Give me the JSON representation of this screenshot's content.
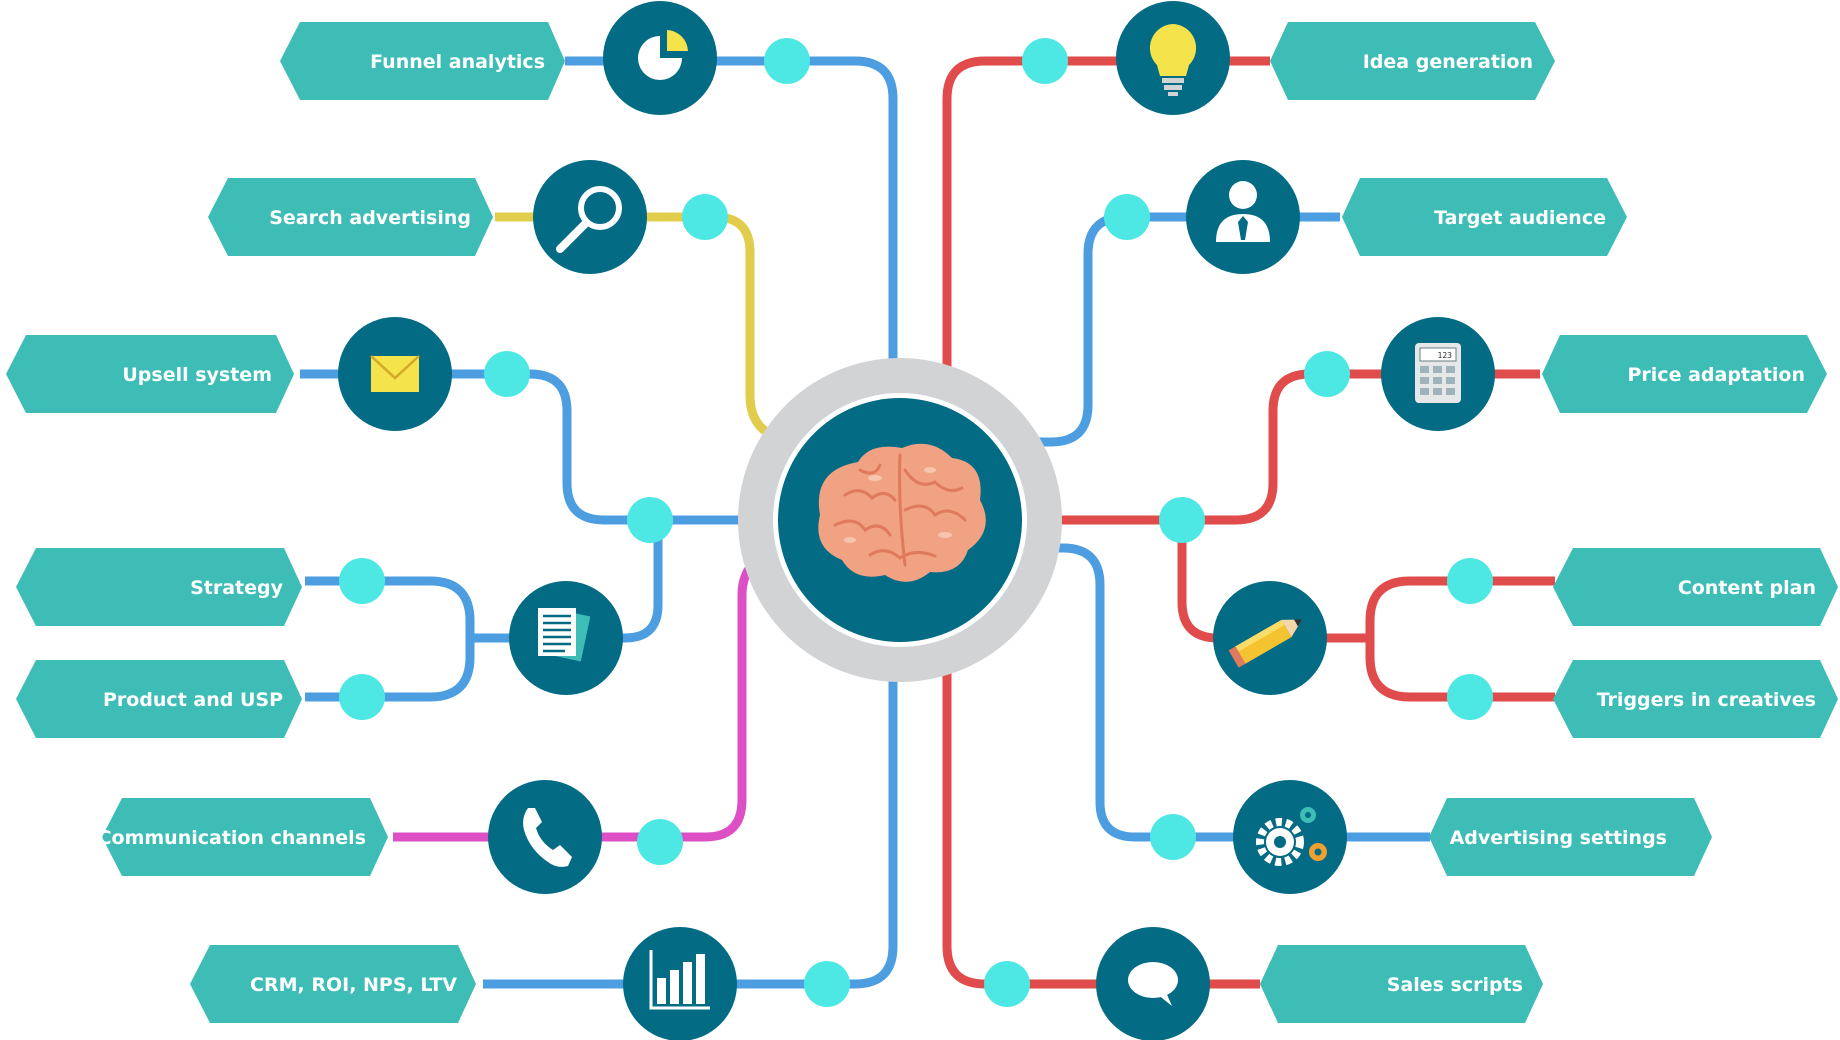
{
  "colors": {
    "label_fill": "#3dbdb6",
    "node_fill": "#046b85",
    "connector_dot": "#4de8e4",
    "hub_ring": "#d2d3d5",
    "line_blue": "#4c9ee0",
    "line_red": "#e04b4b",
    "line_yellow": "#e2cc4c",
    "line_magenta": "#dd4fc4"
  },
  "center": {
    "icon": "brain-icon"
  },
  "left_items": [
    {
      "label": "Funnel analytics",
      "icon": "pie-chart-icon"
    },
    {
      "label": "Search advertising",
      "icon": "magnifier-icon"
    },
    {
      "label": "Upsell system",
      "icon": "envelope-icon"
    },
    {
      "label": "Strategy",
      "icon": "document-icon"
    },
    {
      "label": "Product and USP",
      "icon": "document-icon"
    },
    {
      "label": "Communication channels",
      "icon": "phone-icon"
    },
    {
      "label": "CRM, ROI, NPS, LTV",
      "icon": "bar-chart-icon"
    }
  ],
  "right_items": [
    {
      "label": "Idea generation",
      "icon": "lightbulb-icon"
    },
    {
      "label": "Target audience",
      "icon": "person-icon"
    },
    {
      "label": "Price adaptation",
      "icon": "calculator-icon"
    },
    {
      "label": "Content plan",
      "icon": "pencil-icon"
    },
    {
      "label": "Triggers in creatives",
      "icon": "pencil-icon"
    },
    {
      "label": "Advertising settings",
      "icon": "gears-icon"
    },
    {
      "label": "Sales scripts",
      "icon": "chat-bubble-icon"
    }
  ],
  "calculator_display": "123"
}
